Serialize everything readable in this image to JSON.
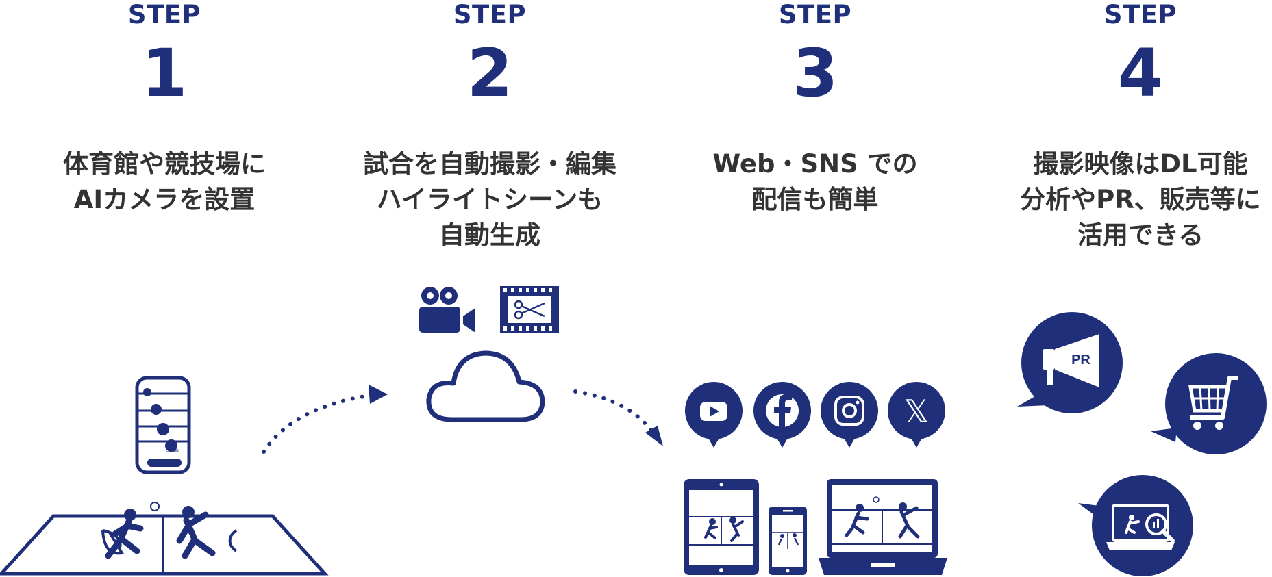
{
  "colors": {
    "primary": "#1f2f7a",
    "text": "#333333",
    "background": "#ffffff"
  },
  "steps": [
    {
      "label": "STEP",
      "number": "1",
      "lines": [
        "体育館や競技場に",
        "AIカメラを設置"
      ]
    },
    {
      "label": "STEP",
      "number": "2",
      "lines": [
        "試合を自動撮影・編集",
        "ハイライトシーンも",
        "自動生成"
      ]
    },
    {
      "label": "STEP",
      "number": "3",
      "lines": [
        "Web・SNS での",
        "配信も簡単"
      ]
    },
    {
      "label": "STEP",
      "number": "4",
      "lines": [
        "撮影映像はDL可能",
        "分析やPR、販売等に",
        "活用できる"
      ]
    }
  ],
  "icons": {
    "step1": [
      "ai-camera-icon",
      "sports-court-icon"
    ],
    "step2": [
      "movie-camera-icon",
      "film-scissors-icon",
      "cloud-icon"
    ],
    "step3": [
      "youtube-icon",
      "facebook-icon",
      "instagram-icon",
      "x-icon",
      "tablet-icon",
      "smartphone-icon",
      "laptop-icon"
    ],
    "step4": [
      "megaphone-pr-icon",
      "shopping-cart-icon",
      "analysis-laptop-icon"
    ]
  },
  "illustration_text": {
    "megaphone_badge": "PR",
    "x_logo": "𝕏",
    "camera_brand": "Spiideo"
  }
}
